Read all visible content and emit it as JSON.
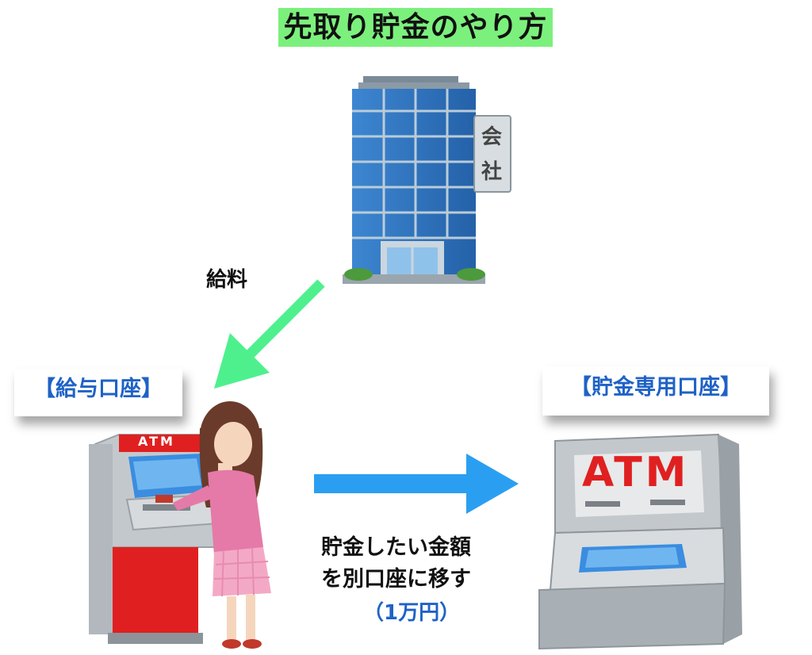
{
  "title": "先取り貯金のやり方",
  "nodes": {
    "company": {
      "sign": [
        "会",
        "社"
      ]
    },
    "salary_account": {
      "label": "【給与口座】"
    },
    "savings_account": {
      "label": "【貯金専用口座】"
    }
  },
  "edges": {
    "salary": {
      "label": "給料"
    },
    "transfer": {
      "line1": "貯金したい金額",
      "line2": "を別口座に移す",
      "amount": "（1万円）"
    }
  },
  "atm_text": "ATM",
  "colors": {
    "title_bg": "#7cf07c",
    "label_text": "#1f62c6",
    "salary_arrow": "#4ef08e",
    "transfer_arrow": "#2a9ff2",
    "atm_red": "#e02020"
  }
}
